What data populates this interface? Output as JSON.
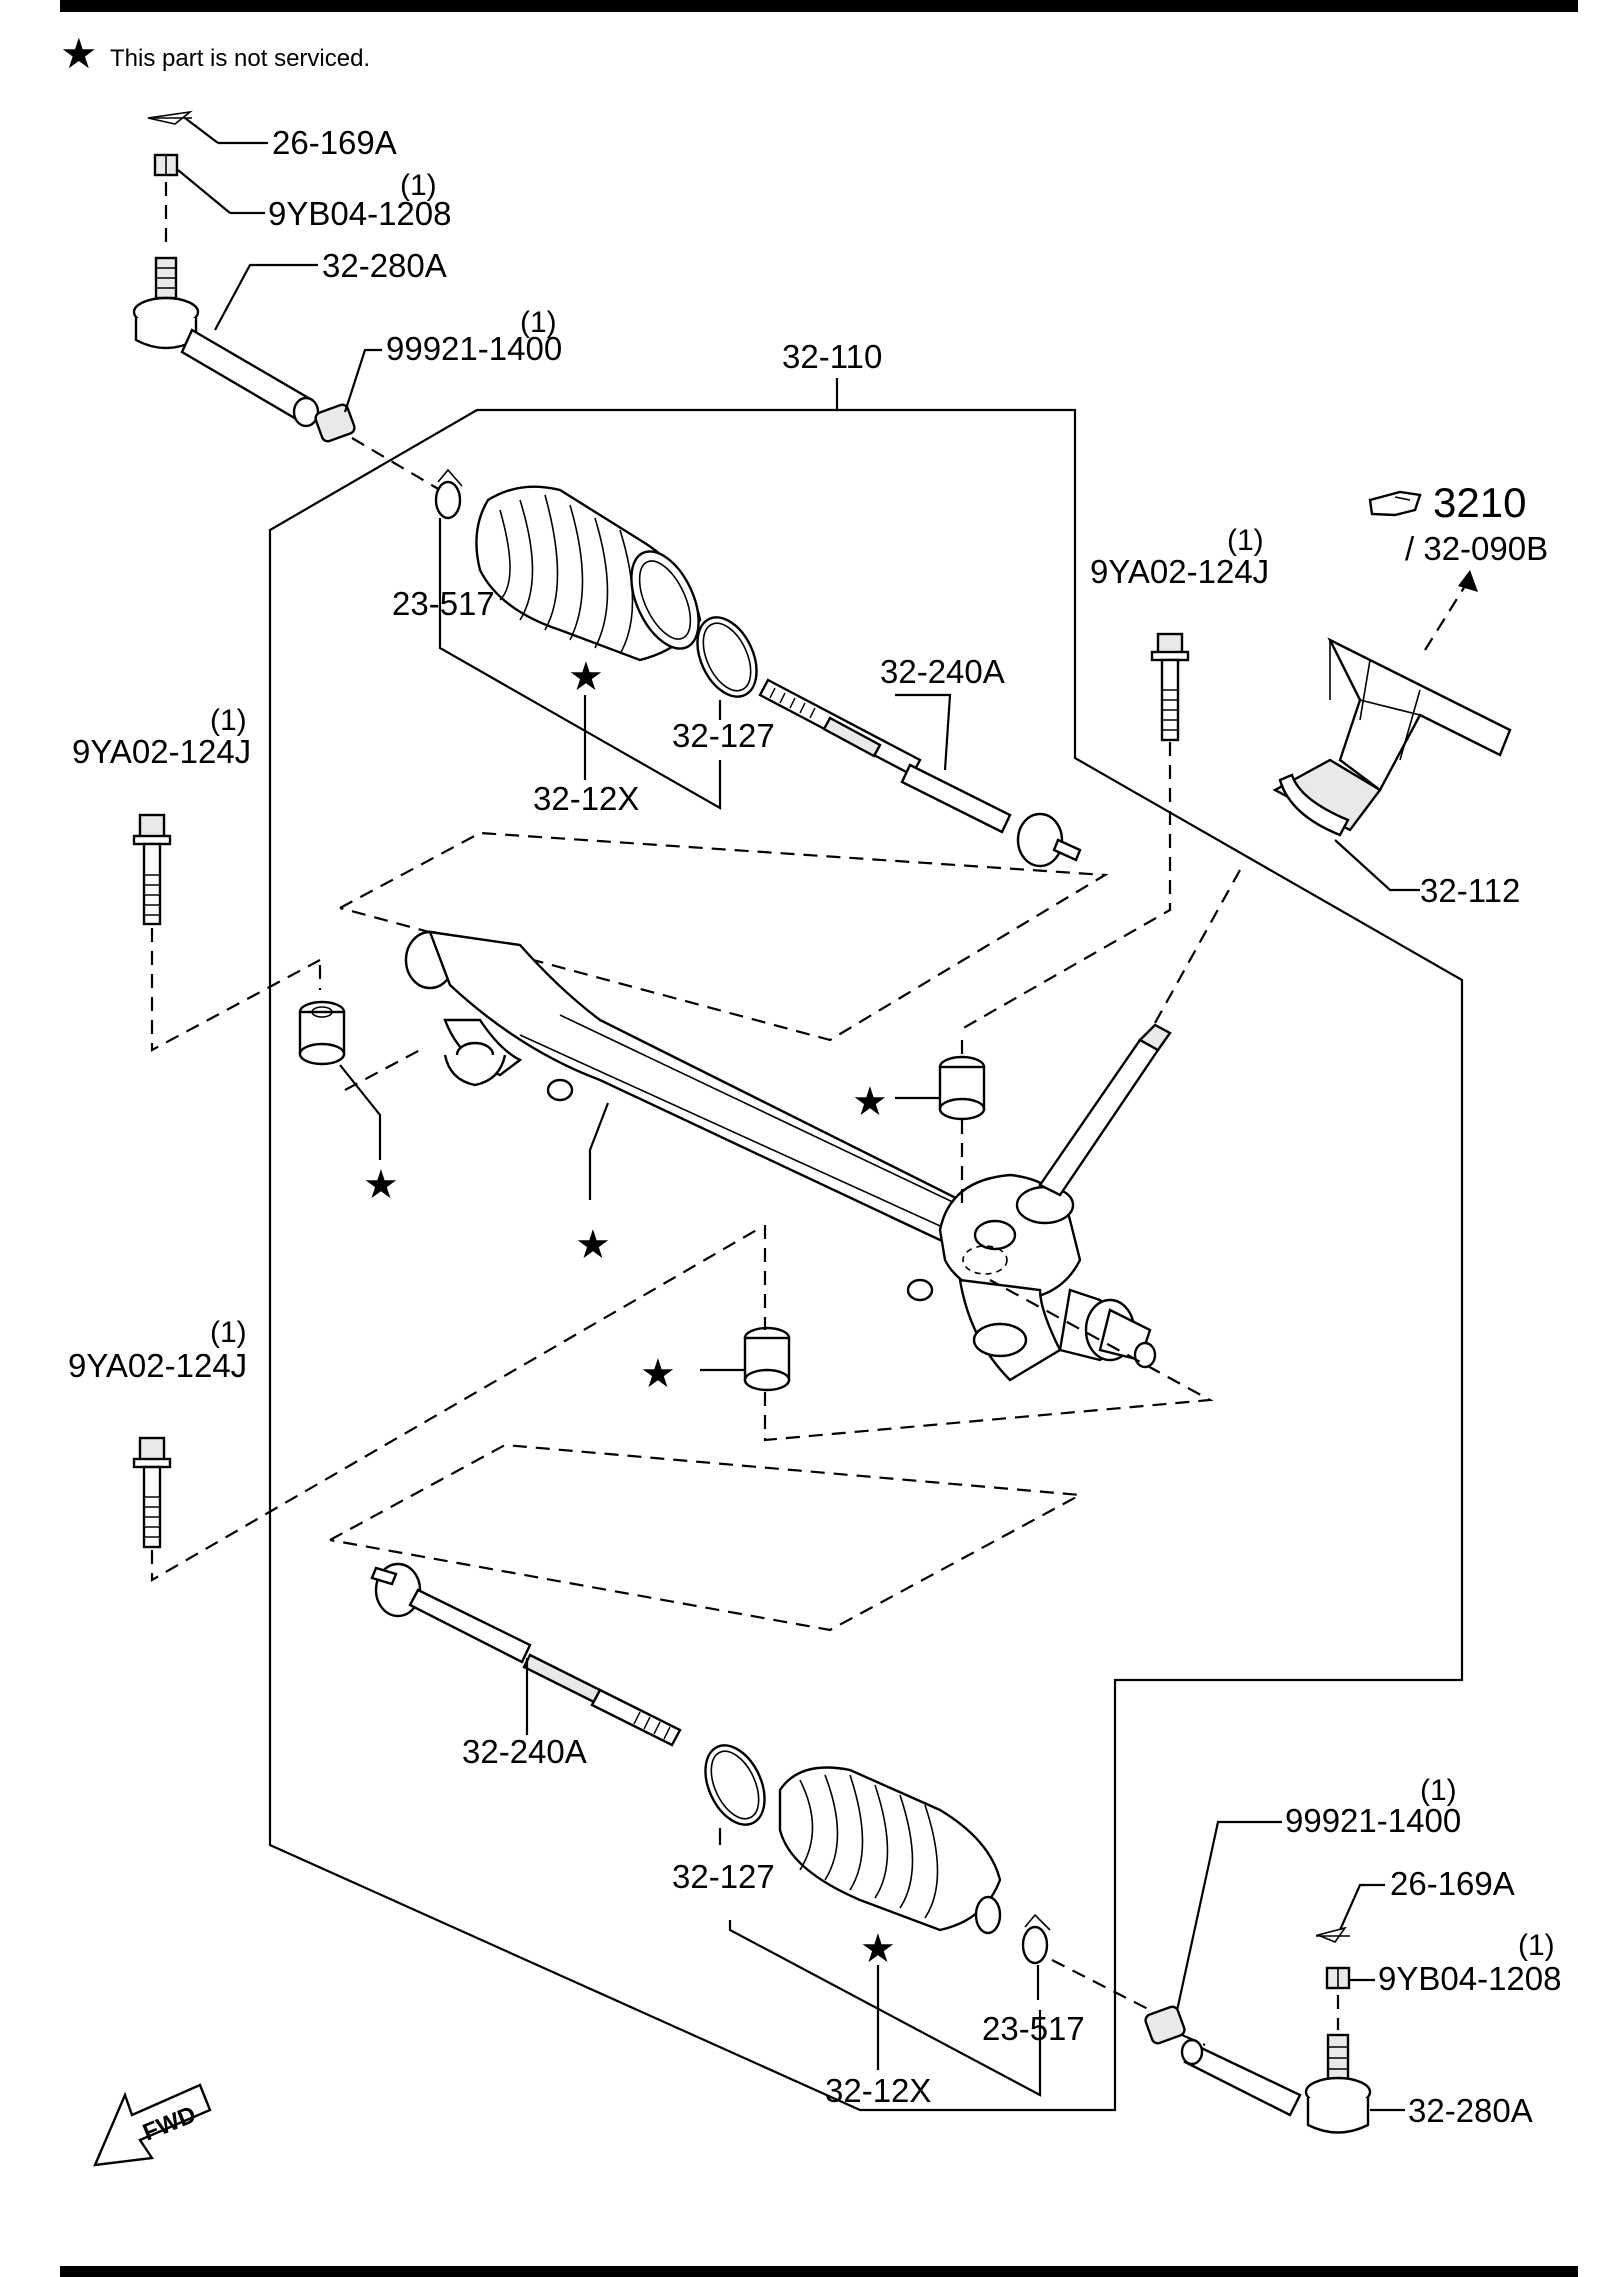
{
  "note": {
    "symbol": "★",
    "text": "This part is not serviced."
  },
  "reference": {
    "section": "3210",
    "subsection": "/ 32-090B"
  },
  "parts": {
    "cotter_pin": "26-169A",
    "nut": "9YB04-1208",
    "tie_rod_end": "32-280A",
    "lock_nut": "99921-1400",
    "gear_assembly": "32-110",
    "bolt": "9YA02-124J",
    "boot_clamp": "23-517",
    "boot_band": "32-127",
    "tie_rod": "32-240A",
    "boot_kit": "32-12X",
    "pinion_boot": "32-112"
  },
  "quantity": "(1)",
  "fwd_label": "FWD"
}
